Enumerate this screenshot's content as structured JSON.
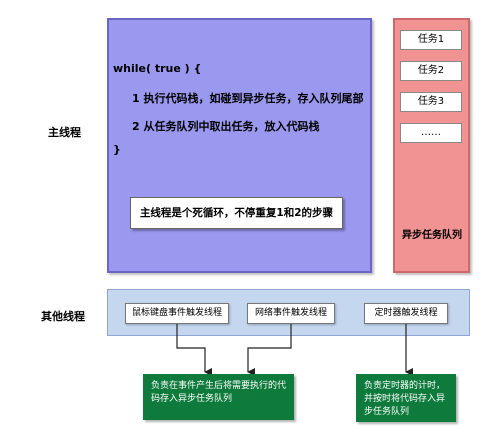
{
  "main_thread": {
    "side_label": "主线程",
    "code_open": "while( true ) {",
    "step1": "1 执行代码栈，如碰到异步任务，存入队列尾部",
    "step2": "2 从任务队列中取出任务，放入代码栈",
    "code_close": "}",
    "note": "主线程是个死循环，不停重复1和2的步骤"
  },
  "async_queue": {
    "items": [
      "任务1",
      "任务2",
      "任务3",
      "……"
    ],
    "label": "异步任务队列"
  },
  "other_threads": {
    "side_label": "其他线程",
    "triggers": [
      "鼠标键盘事件触发线程",
      "网络事件触发线程",
      "定时器触发线程"
    ]
  },
  "notes": {
    "event_note": "负责在事件产生后将需要执行的代码存入异步任务队列",
    "timer_note": "负责定时器的计时，并按时将代码存入异步任务队列"
  },
  "colors": {
    "main_thread_fill": "#9b98ef",
    "queue_fill": "#f29393",
    "other_threads_fill": "#c5d6ef",
    "note_fill": "#0e7a3c"
  }
}
